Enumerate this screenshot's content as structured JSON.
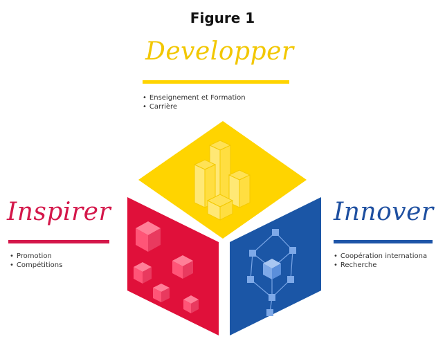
{
  "figure": {
    "title": "Figure 1"
  },
  "colors": {
    "yellow": "#ffd400",
    "red": "#e0103a",
    "blue": "#1b56a6"
  },
  "pillars": [
    {
      "key": "developper",
      "title": "Developper",
      "items": [
        "Enseignement et Formation",
        "Carrière"
      ]
    },
    {
      "key": "inspirer",
      "title": "Inspirer",
      "items": [
        "Promotion",
        "Compétitions"
      ]
    },
    {
      "key": "innover",
      "title": "Innover",
      "items": [
        "Coopération internationa",
        "Recherche"
      ]
    }
  ]
}
